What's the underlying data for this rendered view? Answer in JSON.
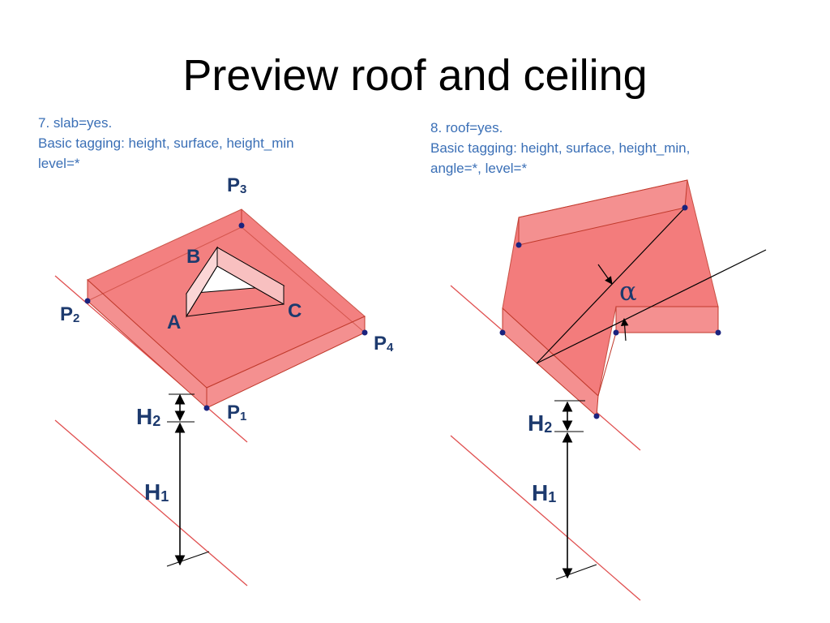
{
  "slide": {
    "title": "Preview roof and ceiling"
  },
  "left_caption": {
    "line1": "7. slab=yes.",
    "line2": "Basic tagging: height, surface, height_min",
    "line3": "level=*"
  },
  "right_caption": {
    "line1": "8. roof=yes.",
    "line2": "Basic tagging: height, surface, height_min,",
    "line3": "angle=*, level=*"
  },
  "left_diagram": {
    "labels": {
      "p1": "P",
      "p1_sub": "1",
      "p2": "P",
      "p2_sub": "2",
      "p3": "P",
      "p3_sub": "3",
      "p4": "P",
      "p4_sub": "4",
      "a": "A",
      "b": "B",
      "c": "C",
      "h1": "H",
      "h1_sub": "1",
      "h2": "H",
      "h2_sub": "2"
    }
  },
  "right_diagram": {
    "labels": {
      "alpha": "α",
      "h1": "H",
      "h1_sub": "1",
      "h2": "H",
      "h2_sub": "2"
    }
  },
  "colors": {
    "fill": "#f26a6a",
    "edge": "#c0392b",
    "guide": "#e05050",
    "point": "#1a237e",
    "caption": "#3a6fb6"
  }
}
